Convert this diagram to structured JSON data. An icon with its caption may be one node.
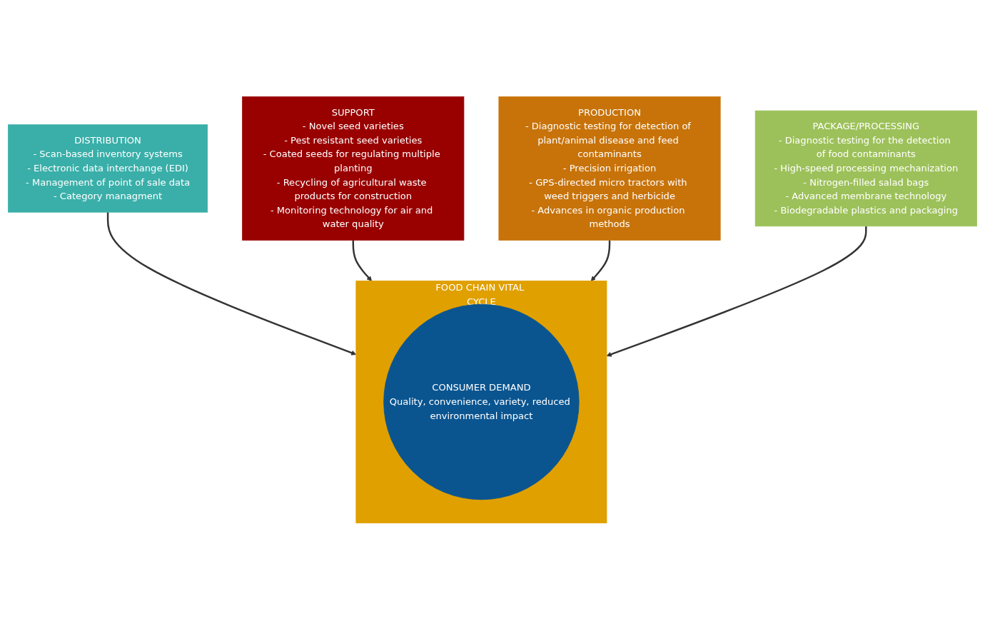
{
  "diagram": {
    "nodes": [
      {
        "text": [
          "DISTRIBUTION",
          "- Scan-based inventory systems",
          "- Electronic data interchange (EDI)",
          "- Management of point of sale data",
          "- Category managment"
        ]
      },
      {
        "text": [
          "SUPPORT",
          "- Novel seed varieties",
          "- Pest resistant seed varieties",
          "- Coated seeds for regulating multiple planting",
          "- Recycling of agricultural waste products for construction",
          "- Monitoring technology for air and water quality"
        ]
      },
      {
        "text": [
          "FOOD CHAIN VITAL CYCLE"
        ]
      },
      {
        "text": [
          "CONSUMER DEMAND",
          "Quality, convenience, variety, reduced environmental impact"
        ],
        "in": 2
      },
      {
        "text": [
          "PACKAGE/PROCESSING",
          "- Diagnostic testing for the detection of food contaminants",
          "- High-speed processing mechanization",
          "- Nitrogen-filled salad bags",
          "- Advanced membrane technology",
          "- Biodegradable plastics and packaging"
        ]
      },
      {
        "text": [
          "PRODUCTION",
          "- Diagnostic testing for detection of plant/animal disease and feed contaminants",
          "- Precision irrigation",
          "- GPS-directed micro tractors with weed triggers and herbicide",
          "- Advances in organic production methods"
        ]
      }
    ],
    "edges": [
      {
        "from": 0,
        "to": 2,
        "arrow": "to"
      },
      {
        "from": 1,
        "to": 2,
        "arrow": "to"
      },
      {
        "from": 5,
        "to": 2,
        "arrow": "to"
      },
      {
        "from": 4,
        "to": 2,
        "arrow": "to"
      }
    ]
  }
}
